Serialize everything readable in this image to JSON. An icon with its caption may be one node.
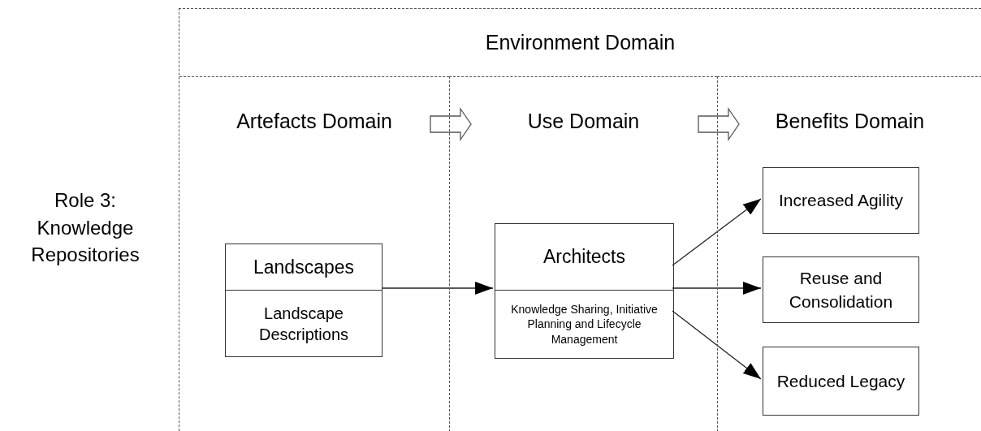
{
  "diagram": {
    "nodes": [
      {
        "text": [
          "Environment Domain"
        ]
      },
      {
        "text": [
          "Artefacts Domain"
        ],
        "in": 0
      },
      {
        "text": [
          "Use Domain"
        ],
        "in": 0
      },
      {
        "text": [
          "Benefits Domain"
        ],
        "in": 0
      },
      {
        "text": [
          "Landscapes",
          "Landscape Descriptions"
        ],
        "in": 1
      },
      {
        "text": [
          "Architects",
          "Knowledge Sharing, Initiative Planning and Lifecycle Management"
        ],
        "in": 2
      },
      {
        "text": [
          "Increased Agility"
        ],
        "in": 3
      },
      {
        "text": [
          "Reuse and Consolidation"
        ],
        "in": 3
      },
      {
        "text": [
          "Reduced Legacy"
        ],
        "in": 3
      }
    ],
    "edges": [
      {
        "from": 1,
        "to": 2,
        "arrow": "to"
      },
      {
        "from": 2,
        "to": 3,
        "arrow": "to"
      },
      {
        "from": 4,
        "to": 5,
        "arrow": "to"
      },
      {
        "from": 5,
        "to": 6,
        "arrow": "to"
      },
      {
        "from": 5,
        "to": 7,
        "arrow": "to"
      },
      {
        "from": 5,
        "to": 8,
        "arrow": "to"
      }
    ],
    "labels": [
      "Role 3: Knowledge Repositories"
    ]
  }
}
